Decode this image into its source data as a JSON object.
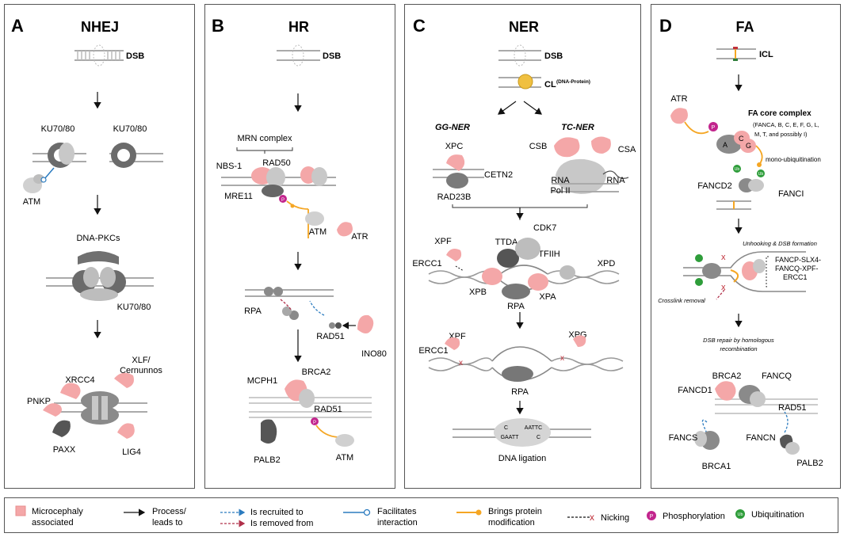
{
  "panels": {
    "A": {
      "letter": "A",
      "title": "NHEJ",
      "dsb": "DSB",
      "ku_left": "KU70/80",
      "ku_right": "KU70/80",
      "atm": "ATM",
      "dnapkcs": "DNA-PKCs",
      "ku_bottom": "KU70/80",
      "xrcc4": "XRCC4",
      "xlf_1": "XLF/",
      "xlf_2": "Cernunnos",
      "pnkp": "PNKP",
      "paxx": "PAXX",
      "lig4": "LIG4"
    },
    "B": {
      "letter": "B",
      "title": "HR",
      "dsb": "DSB",
      "mrn": "MRN complex",
      "nbs1": "NBS-1",
      "rad50": "RAD50",
      "mre11": "MRE11",
      "atm": "ATM",
      "atr": "ATR",
      "rpa": "RPA",
      "rad51": "RAD51",
      "ino80": "INO80",
      "brca2": "BRCA2",
      "mcph1": "MCPH1",
      "rad51b": "RAD51",
      "palb2": "PALB2",
      "atm2": "ATM"
    },
    "C": {
      "letter": "C",
      "title": "NER",
      "dsb": "DSB",
      "cl": "CL",
      "cl_sup": "(DNA-Protein)",
      "ggner": "GG-NER",
      "tcner": "TC-NER",
      "xpc": "XPC",
      "cetn2": "CETN2",
      "rad23b": "RAD23B",
      "csb": "CSB",
      "csa": "CSA",
      "rnapol_1": "RNA",
      "rnapol_2": "Pol II",
      "rna": "RNA",
      "cdk7": "CDK7",
      "xpf": "XPF",
      "ttda": "TTDA",
      "tfiih": "TFIIH",
      "ercc1": "ERCC1",
      "xpd": "XPD",
      "xpb": "XPB",
      "rpa": "RPA",
      "xpa": "XPA",
      "xpf2": "XPF",
      "xpg": "XPG",
      "ercc1b": "ERCC1",
      "rpa2": "RPA",
      "seq_top": "AATTC",
      "seq_bot": "GAATT",
      "seq_c1": "C",
      "seq_c2": "C",
      "ligation": "DNA ligation"
    },
    "D": {
      "letter": "D",
      "title": "FA",
      "icl": "ICL",
      "atr": "ATR",
      "core": "FA core complex",
      "core_1": "(FANCA, B, C, E, F, G, L,",
      "core_2": "M, T, and possibly I)",
      "a": "A",
      "c": "C",
      "g": "G",
      "monoub": "mono-ubiquitination",
      "fancd2": "FANCD2",
      "fanci": "FANCI",
      "unhook": "Unhooking & DSB formation",
      "fp1": "FANCP-SLX4-",
      "fp2": "FANCQ-XPF-",
      "fp3": "ERCC1",
      "xremove": "Crosslink removal",
      "dsbrep_1": "DSB repair by homologous",
      "dsbrep_2": "recombination",
      "brca2": "BRCA2",
      "fancd1": "FANCD1",
      "fancq": "FANCQ",
      "rad51": "RAD51",
      "fancs": "FANCS",
      "fancn": "FANCN",
      "brca1": "BRCA1",
      "palb2": "PALB2"
    }
  },
  "badges": {
    "p": "P",
    "ub": "Ub"
  },
  "legend": {
    "micro_1": "Microcephaly",
    "micro_2": "associated",
    "process_1": "Process/",
    "process_2": "leads to",
    "recruited": "Is recruited to",
    "removed": "Is removed from",
    "facil_1": "Facilitates",
    "facil_2": "interaction",
    "brings_1": "Brings protein",
    "brings_2": "modification",
    "nicking": "Nicking",
    "phospho": "Phosphorylation",
    "ubiq": "Ubiquitination"
  },
  "colors": {
    "pink": "#f4a7a8",
    "pinkdark": "#e88c8e",
    "darkgrey": "#555555",
    "midgrey": "#8a8a8a",
    "lightgrey": "#c8c8c8",
    "blue": "#2b7bbf",
    "red": "#b0304a",
    "orange": "#f5a623",
    "purple": "#c2258d",
    "green": "#2e9d3a"
  }
}
